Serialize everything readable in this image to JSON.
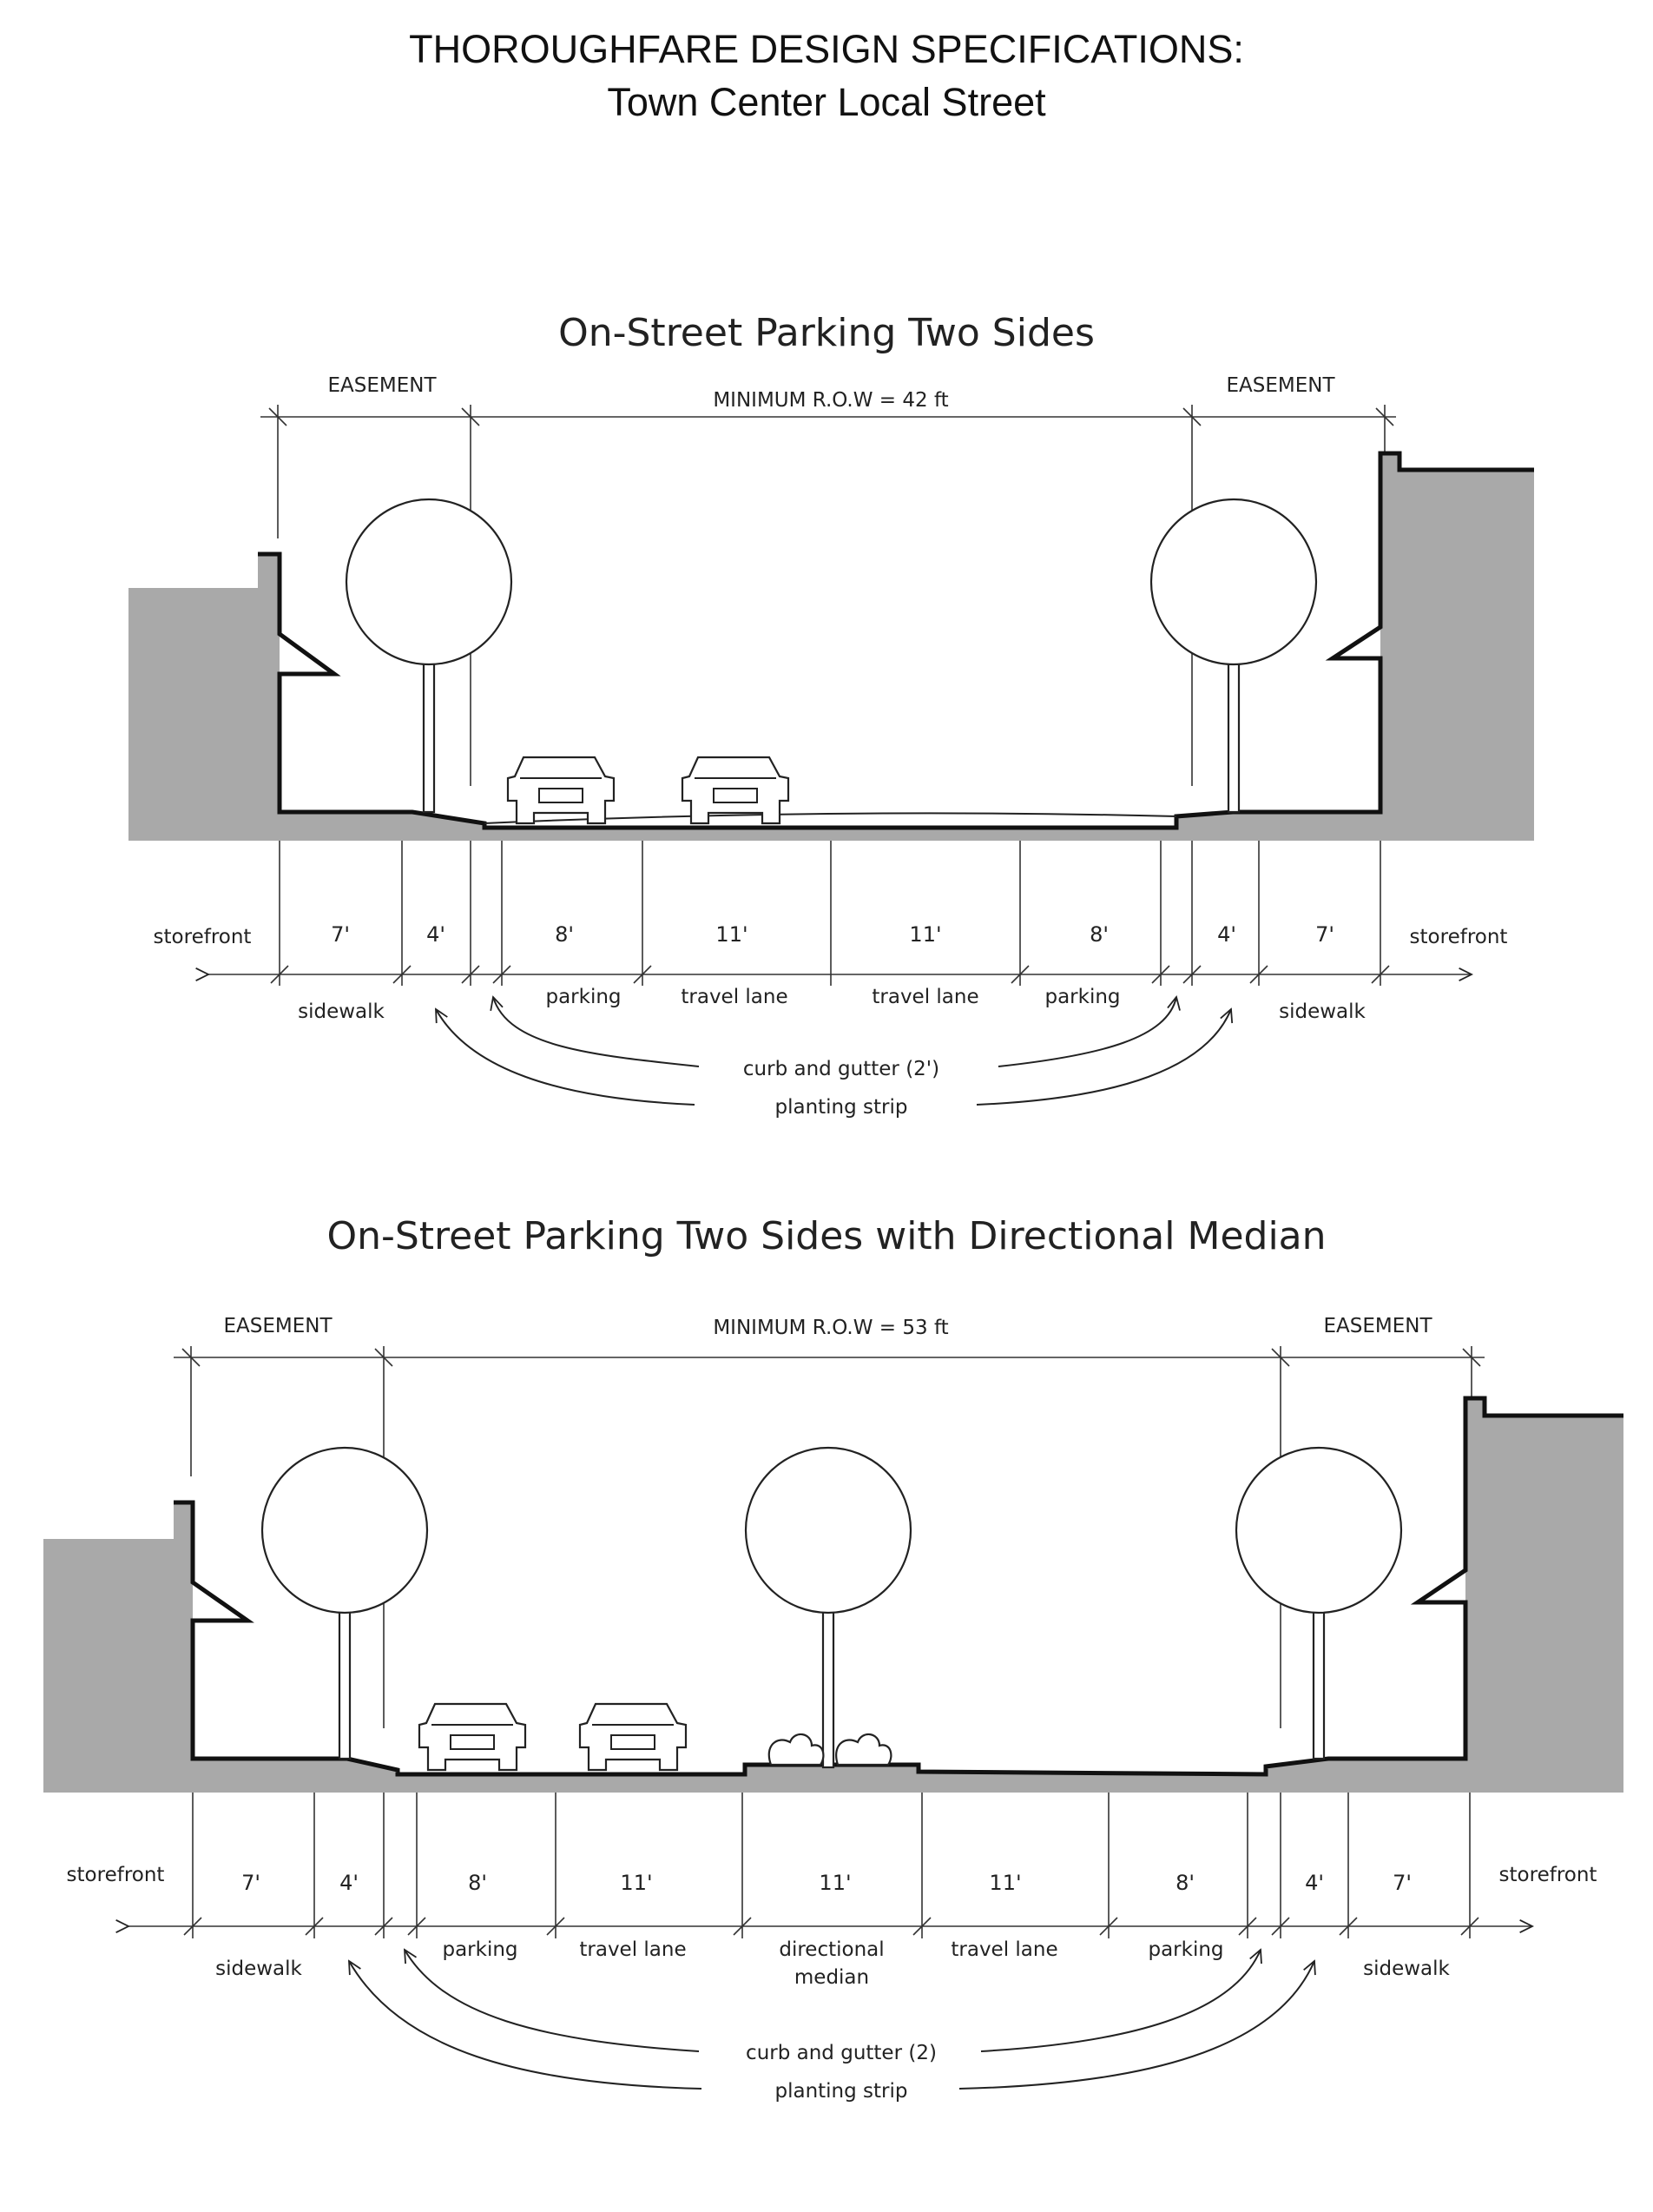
{
  "header": {
    "title": "THOROUGHFARE DESIGN SPECIFICATIONS:",
    "subtitle": "Town Center Local Street"
  },
  "section1": {
    "title": "On-Street Parking Two Sides",
    "easement_left": "EASEMENT",
    "easement_right": "EASEMENT",
    "row_label": "MINIMUM R.O.W = 42 ft",
    "storefront_left": "storefront",
    "storefront_right": "storefront",
    "dims": [
      "7'",
      "4'",
      "8'",
      "11'",
      "11'",
      "8'",
      "4'",
      "7'"
    ],
    "labels": {
      "sidewalk_left": "sidewalk",
      "parking_left": "parking",
      "travel_lane_left": "travel lane",
      "travel_lane_right": "travel lane",
      "parking_right": "parking",
      "sidewalk_right": "sidewalk"
    },
    "callout_curb": "curb and gutter (2')",
    "callout_planting": "planting strip"
  },
  "section2": {
    "title": "On-Street Parking Two Sides with Directional Median",
    "easement_left": "EASEMENT",
    "easement_right": "EASEMENT",
    "row_label": "MINIMUM R.O.W = 53 ft",
    "storefront_left": "storefront",
    "storefront_right": "storefront",
    "dims": [
      "7'",
      "4'",
      "8'",
      "11'",
      "11'",
      "11'",
      "8'",
      "4'",
      "7'"
    ],
    "labels": {
      "sidewalk_left": "sidewalk",
      "parking_left": "parking",
      "travel_lane_left": "travel lane",
      "median_line1": "directional",
      "median_line2": "median",
      "travel_lane_right": "travel lane",
      "parking_right": "parking",
      "sidewalk_right": "sidewalk"
    },
    "callout_curb": "curb and gutter (2)",
    "callout_planting": "planting strip"
  },
  "colors": {
    "building_fill": "#a9a9a9",
    "line": "#222222"
  }
}
